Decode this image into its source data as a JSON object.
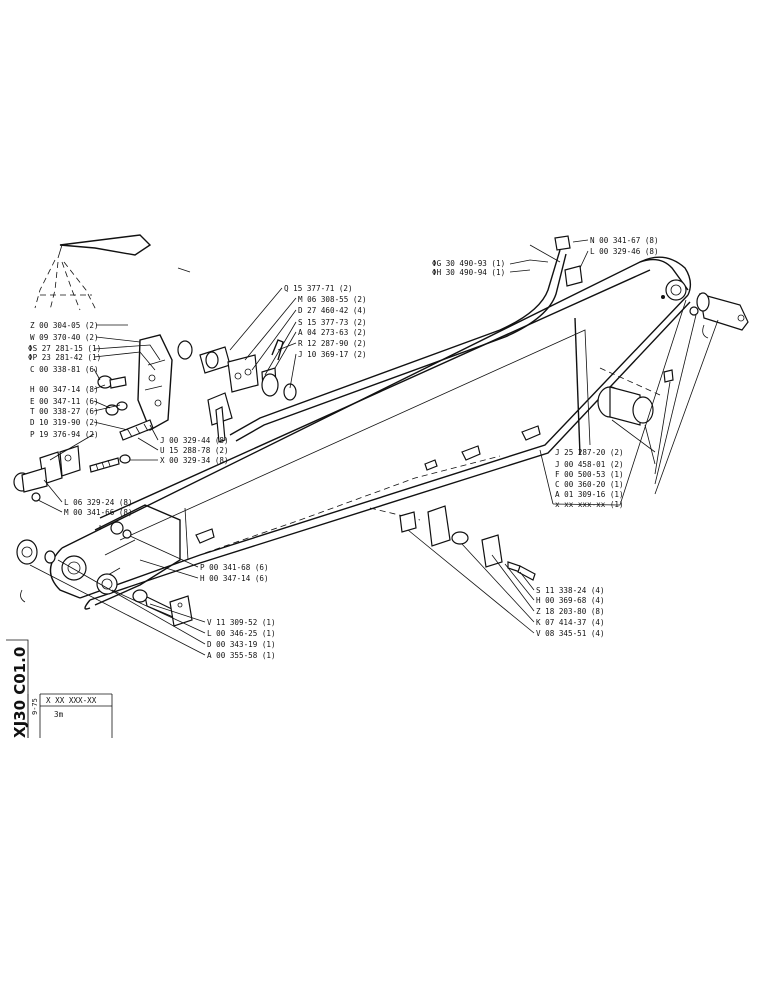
{
  "left_labels": [
    "Z 00 304-05 (2)",
    "W 09 370-40 (2)",
    "ΦS 27 281-15 (1)",
    "ΦP 23 281-42 (1)",
    "C 00 338-81 (6)",
    "H 00 347-14 (8)",
    "E 00 347-11 (6)",
    "T 00 338-27 (6)",
    "D 10 319-90 (2)",
    "P 19 376-94 (2)"
  ],
  "upper_mid_labels": [
    "Q 15 377-71 (2)",
    "M 06 308-55 (2)",
    "D 27 460-42 (4)",
    "S 15 377-73 (2)",
    "A 04 273-63 (2)",
    "R 12 287-90 (2)",
    "J 10 369-17 (2)"
  ],
  "mid_labels": [
    "J 00 329-44 (8)",
    "U 15 288-78 (2)",
    "X 00 329-34 (8)"
  ],
  "lower_left_labels": [
    "L 06 329-24 (8)",
    "M 00 341-66 (8)"
  ],
  "top_labels": [
    "ΦG 30 490-93 (1)",
    "ΦH 30 490-94 (1)",
    "N 00 341-67 (8)",
    "L 00 329-46 (8)"
  ],
  "right_labels": [
    "J 25 287-20 (2)",
    "J 00 458-01 (2)",
    "F 00 500-53 (1)",
    "C 00 360-20 (1)",
    "A 01 309-16 (1)",
    "x xx xxx-xx (1)"
  ],
  "center_labels": [
    "P 00 341-68 (6)",
    "H 00 347-14 (6)"
  ],
  "bottom_left_labels": [
    "V 11 309-52 (1)",
    "L 00 346-25 (1)",
    "D 00 343-19 (1)",
    "A 00 355-58 (1)"
  ],
  "bottom_right_labels": [
    "S 11 338-24 (4)",
    "H 00 369-68 (4)",
    "Z 18 203-80 (8)",
    "K 07 414-37 (4)",
    "V 08 345-51 (4)"
  ],
  "side_id": "XJ30 C01.0",
  "date_code": "9-75",
  "title_block": {
    "part_number": "X XX XXX-XX",
    "description": "3m"
  }
}
